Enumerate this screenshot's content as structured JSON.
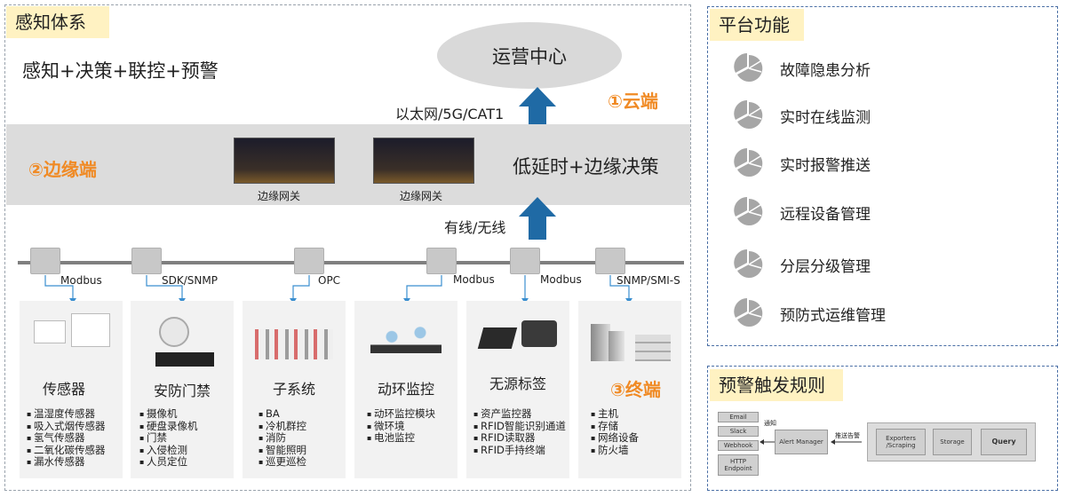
{
  "left_panel": {
    "title": "感知体系",
    "headline": "感知+决策+联控+预警",
    "cloud": {
      "ops_center": "运营中心",
      "label": "①云端",
      "link": "以太网/5G/CAT1"
    },
    "edge": {
      "label": "②边缘端",
      "gateway1": "边缘网关",
      "gateway2": "边缘网关",
      "tagline": "低延时+边缘决策",
      "link": "有线/无线"
    },
    "terminal_label": "③终端",
    "protocols": [
      "Modbus",
      "SDK/SNMP",
      "OPC",
      "Modbus",
      "Modbus",
      "SNMP/SMI-S"
    ],
    "categories": [
      {
        "title": "传感器",
        "items": [
          "温湿度传感器",
          "吸入式烟传感器",
          "氢气传感器",
          "二氧化碳传感器",
          "漏水传感器"
        ]
      },
      {
        "title": "安防门禁",
        "items": [
          "摄像机",
          "硬盘录像机",
          "门禁",
          "入侵检测",
          "人员定位"
        ]
      },
      {
        "title": "子系统",
        "items": [
          "BA",
          "冷机群控",
          "消防",
          "智能照明",
          "巡更巡检"
        ]
      },
      {
        "title": "动环监控",
        "items": [
          "动环监控模块",
          "微环境",
          "电池监控"
        ]
      },
      {
        "title": "无源标签",
        "items": [
          "资产监控器",
          "RFID智能识别通道",
          "RFID读取器",
          "RFID手持终端"
        ]
      },
      {
        "title": "",
        "items": [
          "主机",
          "存储",
          "网络设备",
          "防火墙"
        ]
      }
    ]
  },
  "platform": {
    "title": "平台功能",
    "functions": [
      "故障隐患分析",
      "实时在线监测",
      "实时报警推送",
      "远程设备管理",
      "分层分级管理",
      "预防式运维管理"
    ],
    "pie_color": "#a6a6a6"
  },
  "rules": {
    "title": "预警触发规则",
    "channels": [
      "Email",
      "Slack",
      "Webhook",
      "HTTP Endpoint"
    ],
    "notify": "通知",
    "alert_manager": "Alert Manager",
    "push_alert": "推送告警",
    "exporters": "Exporters /Scraping",
    "storage": "Storage",
    "query": "Query"
  },
  "colors": {
    "accent_orange": "#f08a24",
    "arrow_blue": "#1f6aa5",
    "header_yellow": "#fff2c2",
    "band_gray": "#dcdcdc"
  }
}
